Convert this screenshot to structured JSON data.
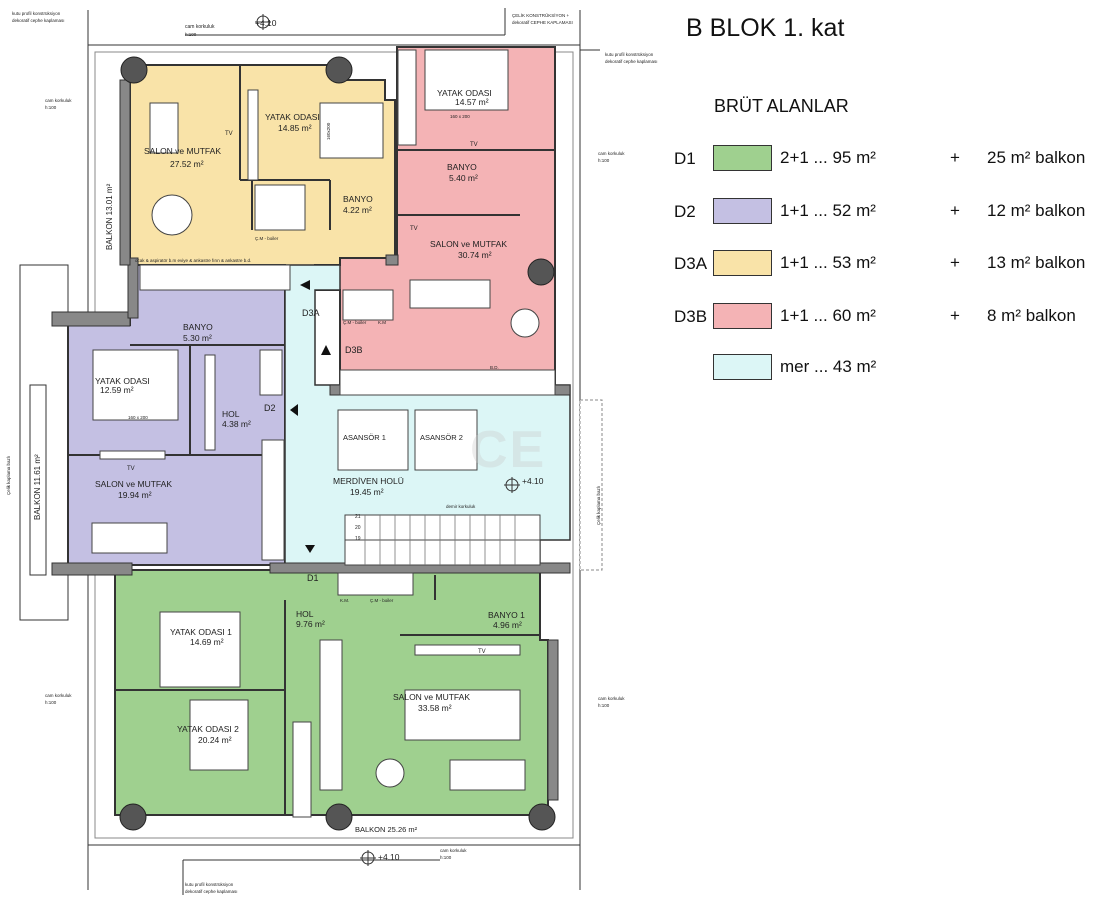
{
  "title": "B BLOK 1. kat",
  "legend": {
    "heading": "BRÜT ALANLAR",
    "rows": [
      {
        "code": "D1",
        "color": "#9fd08f",
        "desc": "2+1 ... 95 m²",
        "plus": "+",
        "balcony": "25 m² balkon"
      },
      {
        "code": "D2",
        "color": "#c4c0e3",
        "desc": "1+1 ... 52 m²",
        "plus": "+",
        "balcony": "12 m² balkon"
      },
      {
        "code": "D3A",
        "color": "#f9e3a8",
        "desc": "1+1 ... 53 m²",
        "plus": "+",
        "balcony": "13 m² balkon"
      },
      {
        "code": "D3B",
        "color": "#f4b3b5",
        "desc": "1+1 ... 60 m²",
        "plus": "+",
        "balcony": "8 m² balkon"
      },
      {
        "code": "",
        "color": "#dcf6f6",
        "desc": "mer ... 43 m²",
        "plus": "",
        "balcony": ""
      }
    ]
  },
  "watermark": "CE",
  "plan": {
    "d3a": {
      "salon": "SALON ve MUTFAK",
      "salon_area": "27.52 m²",
      "bed": "YATAK ODASI",
      "bed_area": "14.85 m²",
      "bath": "BANYO",
      "bath_area": "4.22 m²",
      "tag": "D3A",
      "balcony": "BALKON  13.01 m²",
      "bed_size": "160x200",
      "kitchen_notes": "ocak & aspiratör   b.m   eviye & ankastre   fırın & ankastre   b.d.",
      "cm": "Ç.M - boiler",
      "tv": "TV"
    },
    "d3b": {
      "bed": "YATAK ODASI",
      "bed_area": "14.57 m²",
      "bath": "BANYO",
      "bath_area": "5.40 m²",
      "salon": "SALON ve MUTFAK",
      "salon_area": "30.74 m²",
      "tag": "D3B",
      "bed_size": "160 x 200",
      "cm": "Ç.M - boiler",
      "km": "K.M",
      "tv": "TV",
      "bd": "B.D."
    },
    "d2": {
      "bath": "BANYO",
      "bath_area": "5.30 m²",
      "bed": "YATAK ODASI",
      "bed_area": "12.59 m²",
      "hol": "HOL",
      "hol_area": "4.38 m²",
      "salon": "SALON ve MUTFAK",
      "salon_area": "19.94 m²",
      "tag": "D2",
      "balcony": "BALKON  11.61 m²",
      "bed_size": "160 x 200",
      "tv": "TV"
    },
    "core": {
      "lift1": "ASANSÖR 1",
      "lift2": "ASANSÖR 2",
      "hall": "MERDİVEN HOLÜ",
      "hall_area": "19.45 m²",
      "level": "+4.10",
      "railing": "demir korkuluk",
      "stairs_top": "21",
      "stairs_mid": "20",
      "stairs_low": "19"
    },
    "d1": {
      "hol": "HOL",
      "hol_area": "9.76 m²",
      "bath": "BANYO 1",
      "bath_area": "4.96 m²",
      "bed1": "YATAK ODASI 1",
      "bed1_area": "14.69 m²",
      "bed2": "YATAK ODASI 2",
      "bed2_area": "20.24 m²",
      "salon": "SALON ve MUTFAK",
      "salon_area": "33.58 m²",
      "tag": "D1",
      "balcony": "BALKON  25.26 m²",
      "km": "K.M.",
      "cm": "Ç.M - boiler",
      "tv": "TV"
    },
    "notes": {
      "top_level": "+4.10",
      "bottom_level": "+4.10",
      "top_rail": "cam korkuluk",
      "top_rail_h": "h:100",
      "steel": "ÇELİK KONSTRÜKSİYON +",
      "steel2": "dekoratif CEPHE KAPLAMASI",
      "profile": "kutu profil konstrüksiyon",
      "profile2": "dekoratif cephe kaplaması",
      "side_glass": "cam korkuluk",
      "side_h": "h:100",
      "facade": "Çelik kaplama bazlı",
      "bottom_profile": "kutu profil konstrüksiyon",
      "bottom_profile2": "dekoratif cephe kaplaması"
    }
  }
}
